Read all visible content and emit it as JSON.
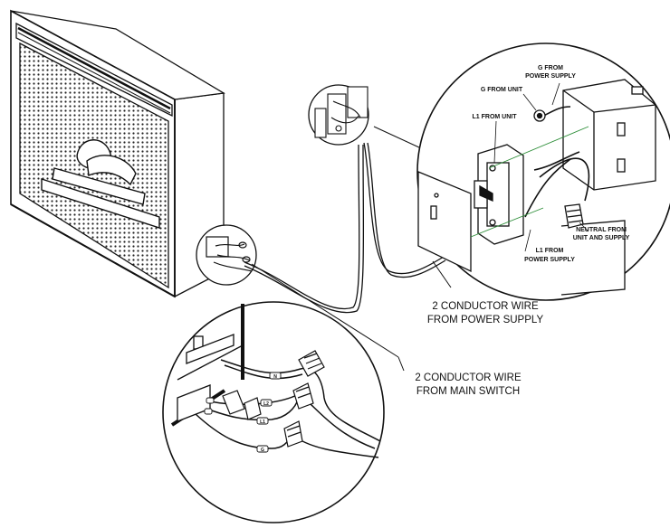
{
  "labels": {
    "g_from_power_supply": [
      "G FROM",
      "POWER SUPPLY"
    ],
    "g_from_unit": "G FROM UNIT",
    "l1_from_unit": "L1 FROM UNIT",
    "neutral": [
      "NEUTRAL FROM",
      "UNIT AND SUPPLY"
    ],
    "l1_from_power_supply": [
      "L1 FROM",
      "POWER SUPPLY"
    ],
    "wire_power_supply": [
      "2 CONDUCTOR WIRE",
      "FROM POWER SUPPLY"
    ],
    "wire_main_switch": [
      "2 CONDUCTOR WIRE",
      "FROM MAIN SWITCH"
    ]
  },
  "tags": {
    "n": "N",
    "l2": "L2",
    "l1": "L1",
    "g": "G"
  },
  "colors": {
    "ink": "#111111",
    "ground_line": "#2f8f3a",
    "paper": "#ffffff"
  }
}
